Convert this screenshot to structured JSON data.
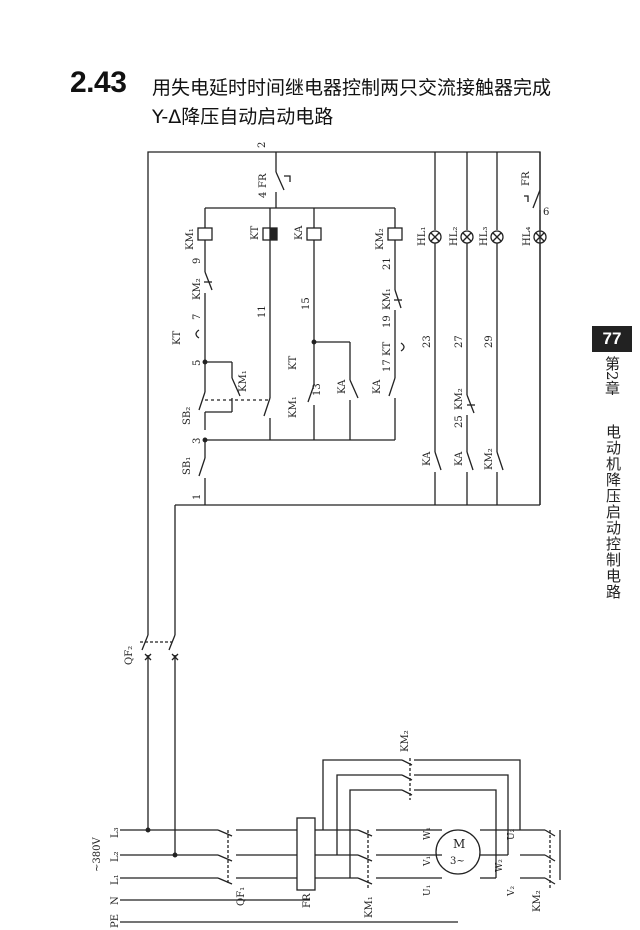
{
  "header": {
    "section_number": "2.43",
    "title_line1": "用失电延时时间继电器控制两只交流接触器完成",
    "title_line2": "Y-Δ降压自动启动电路"
  },
  "side_tab": {
    "page_number": "77",
    "chapter": "第2章",
    "chapter_title": "电动机降压启动控制电路"
  },
  "control_circuit": {
    "wire_numbers": [
      "2",
      "4",
      "6",
      "9",
      "7",
      "5",
      "3",
      "1",
      "11",
      "15",
      "13",
      "21",
      "19",
      "17",
      "23",
      "27",
      "29",
      "25"
    ],
    "overload_contact": "FR",
    "coils": [
      "KM₁",
      "KT",
      "KA",
      "KM₂"
    ],
    "lamps": [
      "HL₁",
      "HL₂",
      "HL₃",
      "HL₄"
    ],
    "contacts": {
      "km2_nc": "KM₂",
      "kt_delay": "KT",
      "km1_hold": "KM₁",
      "sb2": "SB₂",
      "sb1": "SB₁",
      "km1_b": "KM₁",
      "kt_b": "KT",
      "ka_hold": "KA",
      "ka_c": "KA",
      "km1_c": "KM₁",
      "kt_c": "KT",
      "ka_lamp1": "KA",
      "ka_lamp2": "KA",
      "km2_lamp3": "KM₂",
      "km2_lamp2": "KM₂",
      "fr_lamp": "FR"
    },
    "breaker": "QF₂"
  },
  "main_circuit": {
    "supply_voltage": "~380V",
    "lines": [
      "L₃",
      "L₂",
      "L₁",
      "N",
      "PE"
    ],
    "breaker": "QF₁",
    "overload_relay": "FR",
    "contactor_main": "KM₁",
    "contactor_delta": "KM₂",
    "contactor_star": "KM₂",
    "motor_label": "M",
    "motor_phase": "3~",
    "terminals": [
      "U₁",
      "V₁",
      "W₁",
      "U₂",
      "V₂",
      "W₂"
    ]
  }
}
